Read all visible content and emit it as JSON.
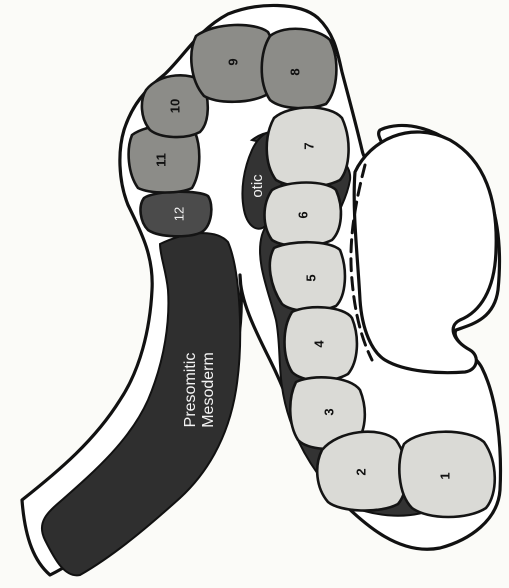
{
  "somites": [
    {
      "id": "1",
      "label": "1",
      "shade": "light"
    },
    {
      "id": "2",
      "label": "2",
      "shade": "light"
    },
    {
      "id": "3",
      "label": "3",
      "shade": "light"
    },
    {
      "id": "4",
      "label": "4",
      "shade": "light"
    },
    {
      "id": "5",
      "label": "5",
      "shade": "light"
    },
    {
      "id": "6",
      "label": "6",
      "shade": "light"
    },
    {
      "id": "7",
      "label": "7",
      "shade": "light"
    },
    {
      "id": "8",
      "label": "8",
      "shade": "dark"
    },
    {
      "id": "9",
      "label": "9",
      "shade": "dark"
    },
    {
      "id": "10",
      "label": "10",
      "shade": "dark"
    },
    {
      "id": "11",
      "label": "11",
      "shade": "dark"
    },
    {
      "id": "12",
      "label": "12",
      "shade": "darkest"
    }
  ],
  "regions": {
    "otic": "otic",
    "presomitic_line1": "Presomitic",
    "presomitic_line2": "Mesoderm"
  },
  "colors": {
    "somite_light": "#dadad6",
    "somite_dark": "#8c8c88",
    "somite_darkest": "#4b4b4b",
    "mesoderm": "#2f2f2f",
    "outline": "#111111"
  }
}
